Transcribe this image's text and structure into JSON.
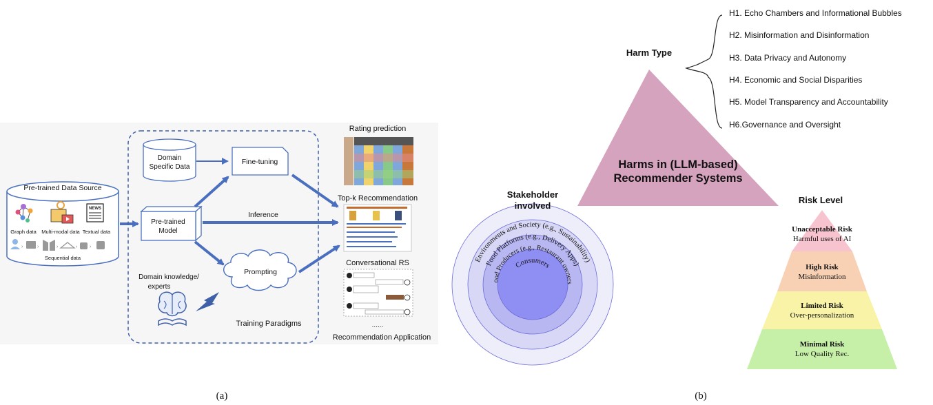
{
  "panel_a": {
    "data_source": {
      "title": "Pre-trained Data Source",
      "graph": "Graph data",
      "multimodal": "Multi-modal data",
      "textual": "Textual data",
      "news_glyph": "NEWS",
      "sequential": "Sequential data"
    },
    "domain_data": {
      "line1": "Domain",
      "line2": "Specific Data"
    },
    "pretrained_model": {
      "line1": "Pre-trained",
      "line2": "Model"
    },
    "fine_tuning": "Fine-tuning",
    "inference": "Inference",
    "prompting": "Prompting",
    "domain_knowledge": {
      "line1": "Domain knowledge/",
      "line2": "experts"
    },
    "training_paradigms": "Training Paradigms",
    "rating_prediction": "Rating prediction",
    "topk": "Top-k Recommendation",
    "conversational": "Conversational RS",
    "ellipsis": "......",
    "recommendation_application": "Recommendation Application"
  },
  "panel_b": {
    "harm_type_title": "Harm Type",
    "harms": [
      "H1. Echo Chambers and Informational Bubbles",
      "H2. Misinformation and Disinformation",
      "H3. Data Privacy and Autonomy",
      "H4. Economic and Social Disparities",
      "H5. Model Transparency and Accountability",
      "H6.Governance and Oversight"
    ],
    "center_title": {
      "line1": "Harms in (LLM-based)",
      "line2": "Recommender Systems"
    },
    "stakeholder_title": {
      "line1": "Stakeholder",
      "line2": "involved"
    },
    "stakeholders": [
      "Environments and Society (e.g., Sustainability)",
      "Food Platforms (e.g., Delivery Apps)",
      "Food Producers (e.g., Restaurant owners)",
      "Consumers"
    ],
    "risk_title": "Risk Level",
    "risks": [
      {
        "level": "Unacceptable Risk",
        "example": "Harmful uses of AI",
        "color": "#f7c3cf"
      },
      {
        "level": "High Risk",
        "example": "Misinformation",
        "color": "#f8d1b4"
      },
      {
        "level": "Limited Risk",
        "example": "Over-personalization",
        "color": "#f8f3a6"
      },
      {
        "level": "Minimal Risk",
        "example": "Low Quality Rec.",
        "color": "#c6efa8"
      }
    ]
  },
  "captions": {
    "a": "(a)",
    "b": "(b)"
  },
  "colors": {
    "arrow": "#4a6fbf",
    "harm_triangle": "#d5a3be",
    "ring_outer": "#eeeefb",
    "ring_inner": "#8f8ef2"
  }
}
